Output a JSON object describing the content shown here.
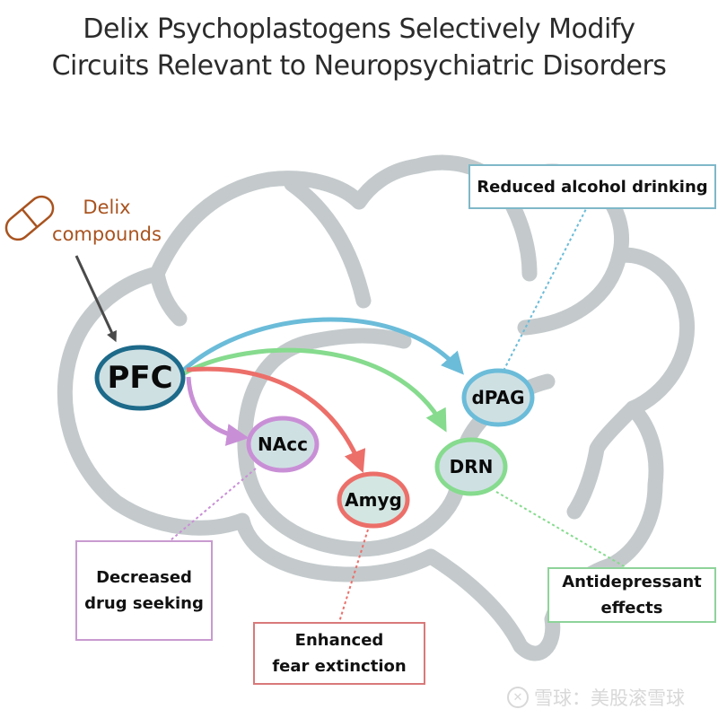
{
  "title": {
    "line1": "Delix Psychoplastogens Selectively Modify",
    "line2": "Circuits Relevant to Neuropsychiatric Disorders"
  },
  "input": {
    "label": "Delix\ncompounds",
    "icon": "pill-icon",
    "color": "#a9531f"
  },
  "nodes": [
    {
      "id": "pfc",
      "label": "PFC",
      "border_color": "#1d6a8a"
    },
    {
      "id": "nacc",
      "label": "NAcc",
      "border_color": "#c98fd6"
    },
    {
      "id": "amyg",
      "label": "Amyg",
      "border_color": "#ec6f6a"
    },
    {
      "id": "dpag",
      "label": "dPAG",
      "border_color": "#6bbcd9"
    },
    {
      "id": "drn",
      "label": "DRN",
      "border_color": "#86db8e"
    }
  ],
  "projections": [
    {
      "from": "PFC",
      "to": "dPAG",
      "color": "#6bbcd9"
    },
    {
      "from": "PFC",
      "to": "DRN",
      "color": "#86db8e"
    },
    {
      "from": "PFC",
      "to": "Amyg",
      "color": "#ec6f6a"
    },
    {
      "from": "PFC",
      "to": "NAcc",
      "color": "#c98fd6"
    }
  ],
  "outcomes": [
    {
      "region": "dPAG",
      "text": "Reduced alcohol drinking",
      "color": "#7fb8c8"
    },
    {
      "region": "NAcc",
      "text": "Decreased\ndrug seeking",
      "color": "#c89ad0"
    },
    {
      "region": "Amyg",
      "text": "Enhanced\nfear extinction",
      "color": "#d9797a"
    },
    {
      "region": "DRN",
      "text": "Antidepressant\neffects",
      "color": "#8ed39a"
    }
  ],
  "colors": {
    "brain_outline": "#c4cacc",
    "node_fill": "#cfe0e3",
    "title_text": "#2b2b2b"
  },
  "watermark": {
    "logo": "snowball-logo-icon",
    "text": "雪球：美股滚雪球"
  }
}
